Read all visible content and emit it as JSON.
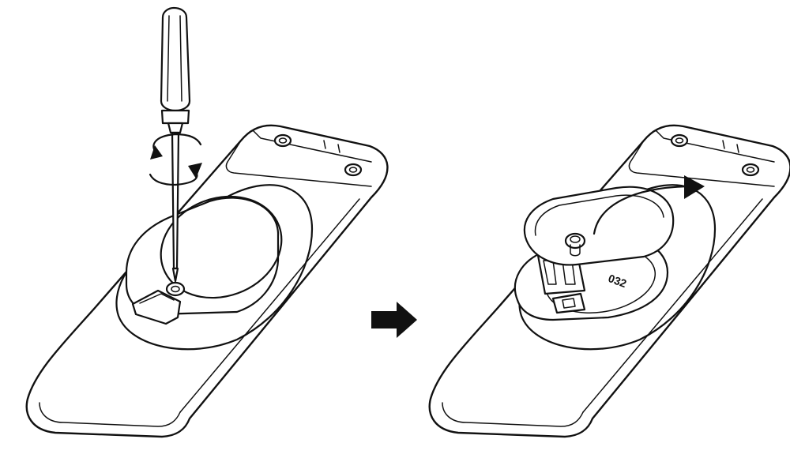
{
  "figure": {
    "panels": [
      {
        "id": "step-1",
        "subject": "remote-control",
        "tool": "screwdriver-icon",
        "motion": "rotate-arrows-icon"
      },
      {
        "id": "step-2",
        "subject": "remote-control",
        "motion": "lift-arrow-icon"
      }
    ],
    "transition_icon": "right-arrow-icon",
    "battery_label": "032",
    "colors": {
      "line": "#111111",
      "background": "#ffffff"
    }
  }
}
